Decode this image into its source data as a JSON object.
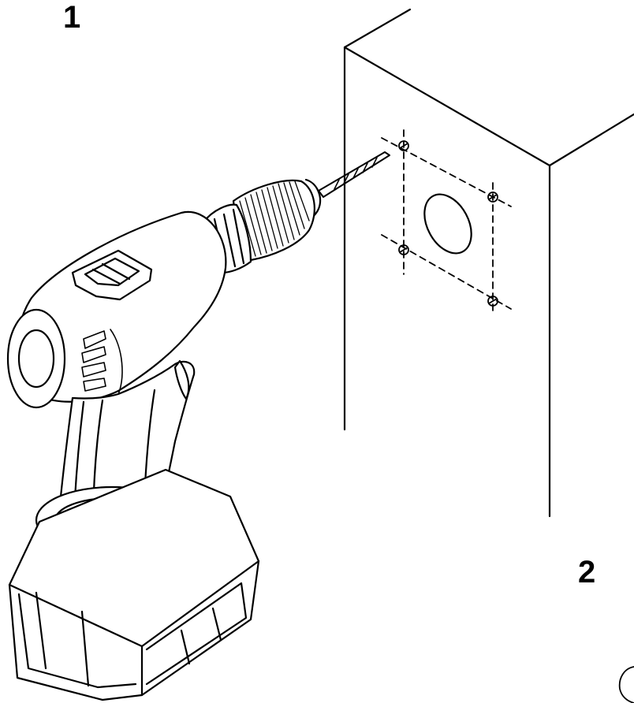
{
  "steps": {
    "first": {
      "number": "1"
    },
    "second": {
      "number": "2"
    }
  },
  "colors": {
    "line": "#000000",
    "background": "#ffffff"
  },
  "icons": {
    "tool": "cordless-drill-icon",
    "surface": "wall-block",
    "template": "mounting-template",
    "holes": "screw-hole-icon"
  }
}
